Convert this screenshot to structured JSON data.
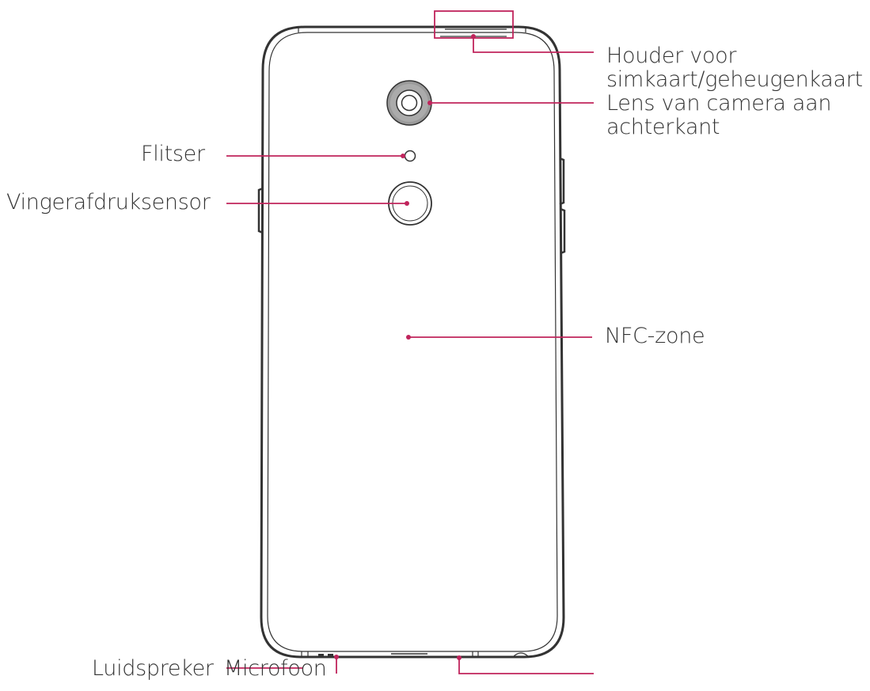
{
  "colors": {
    "leader": "#c0245c",
    "outline": "#333333",
    "text": "#333333",
    "background": "#ffffff"
  },
  "labels": {
    "sim_holder_line1": "Houder voor",
    "sim_holder_line2": "simkaart/geheugenkaart",
    "camera_line1": "Lens van camera aan",
    "camera_line2": "achterkant",
    "flash": "Flitser",
    "fingerprint": "Vingerafdruksensor",
    "nfc": "NFC-zone",
    "speaker": "Luidspreker",
    "microphone": "Microfoon"
  }
}
